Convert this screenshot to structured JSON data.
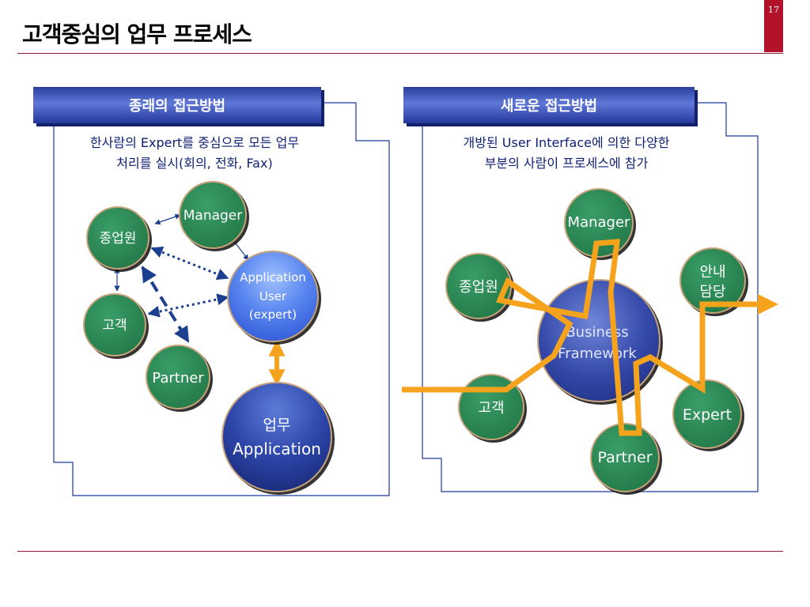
{
  "slide": {
    "title": "고객중심의 업무 프로세스",
    "page_number": "17"
  },
  "left_panel": {
    "header": "종래의 접근방법",
    "desc_line1": "한사람의 Expert를 중심으로 모든 업무",
    "desc_line2": "처리를 실시(회의, 전화, Fax)",
    "nodes": {
      "employee": "종업원",
      "manager": "Manager",
      "customer": "고객",
      "partner": "Partner",
      "app_user_1": "Application",
      "app_user_2": "User",
      "app_user_3": "(expert)",
      "biz_app_1": "업무",
      "biz_app_2": "Application"
    }
  },
  "right_panel": {
    "header": "새로운 접근방법",
    "desc_line1": "개방된 User Interface에 의한 다양한",
    "desc_line2": "부분의 사람이 프로세스에 참가",
    "nodes": {
      "manager": "Manager",
      "employee": "종업원",
      "reception_1": "안내",
      "reception_2": "담당",
      "framework_1": "Business",
      "framework_2": "Framework",
      "customer": "고객",
      "expert": "Expert",
      "partner": "Partner"
    }
  },
  "colors": {
    "green_node": "#2f8f5a",
    "blue_header": "#2f47b0",
    "accent_red": "#b3122b",
    "flow_orange": "#f5a21c",
    "arrow_blue": "#1c3f8f"
  }
}
